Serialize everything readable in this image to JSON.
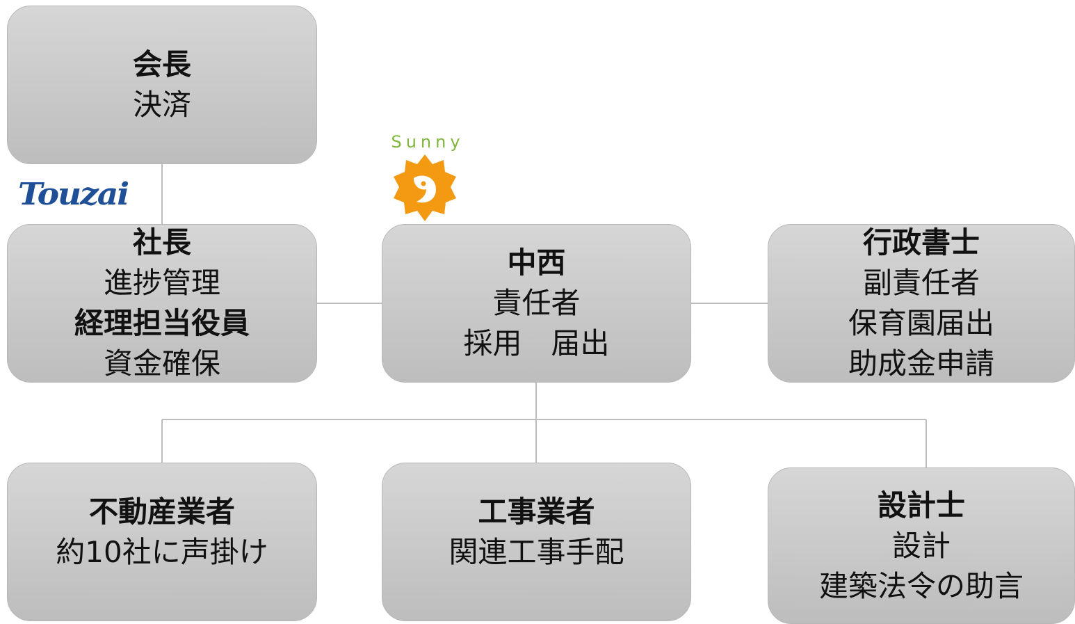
{
  "chairman": {
    "title": "会長",
    "duty": "決済"
  },
  "president": {
    "title": "社長",
    "duty1": "進捗管理",
    "title2": "経理担当役員",
    "duty2": "資金確保"
  },
  "nakanishi": {
    "title": "中西",
    "duty1": "責任者",
    "duty2": "採用　届出"
  },
  "scrivener": {
    "title": "行政書士",
    "duty1": "副責任者",
    "duty2": "保育園届出",
    "duty3": "助成金申請"
  },
  "realestate": {
    "title": "不動産業者",
    "duty": "約10社に声掛け"
  },
  "contractor": {
    "title": "工事業者",
    "duty": "関連工事手配"
  },
  "architect": {
    "title": "設計士",
    "duty1": "設計",
    "duty2": "建築法令の助言"
  },
  "logos": {
    "touzai": {
      "text": "Touzai",
      "color": "#1f4f96"
    },
    "sunny": {
      "text": "Sunny",
      "text_color": "#7fb73a",
      "sun_color": "#f39a12"
    }
  }
}
